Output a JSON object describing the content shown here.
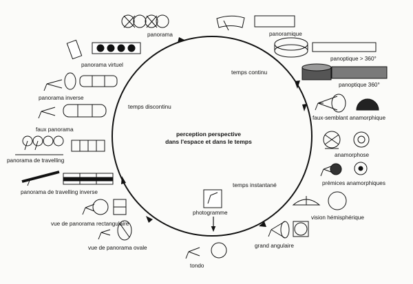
{
  "center": {
    "line1": "perception perspective",
    "line2": "dans l'espace et dans le temps"
  },
  "zones": {
    "continu": "temps continu",
    "discontinu": "temps discontinu",
    "instantane": "temps instantané"
  },
  "photogramme": "photogramme",
  "labels": {
    "panorama": "panorama",
    "panoramique": "panoramique",
    "panoptique_sup": "panoptique > 360°",
    "panoptique_360": "panoptique 360°",
    "faux_semblant": "faux-semblant anamorphique",
    "anamorphose": "anamorphose",
    "premices": "prémices anamorphiques",
    "hemispherique": "vision hémisphérique",
    "grand_angulaire": "grand angulaire",
    "tondo": "tondo",
    "panorama_ovale": "vue de panorama ovale",
    "panorama_rect": "vue de panorama rectangulaire",
    "travelling_inverse": "panorama de travelling inverse",
    "travelling": "panorama de travelling",
    "faux_panorama": "faux panorama",
    "panorama_inverse": "panorama inverse",
    "panorama_virtuel": "panorama virtuel"
  },
  "colors": {
    "ink": "#111111",
    "paper": "#fbfbf9",
    "grey": "#8a8a8a"
  }
}
